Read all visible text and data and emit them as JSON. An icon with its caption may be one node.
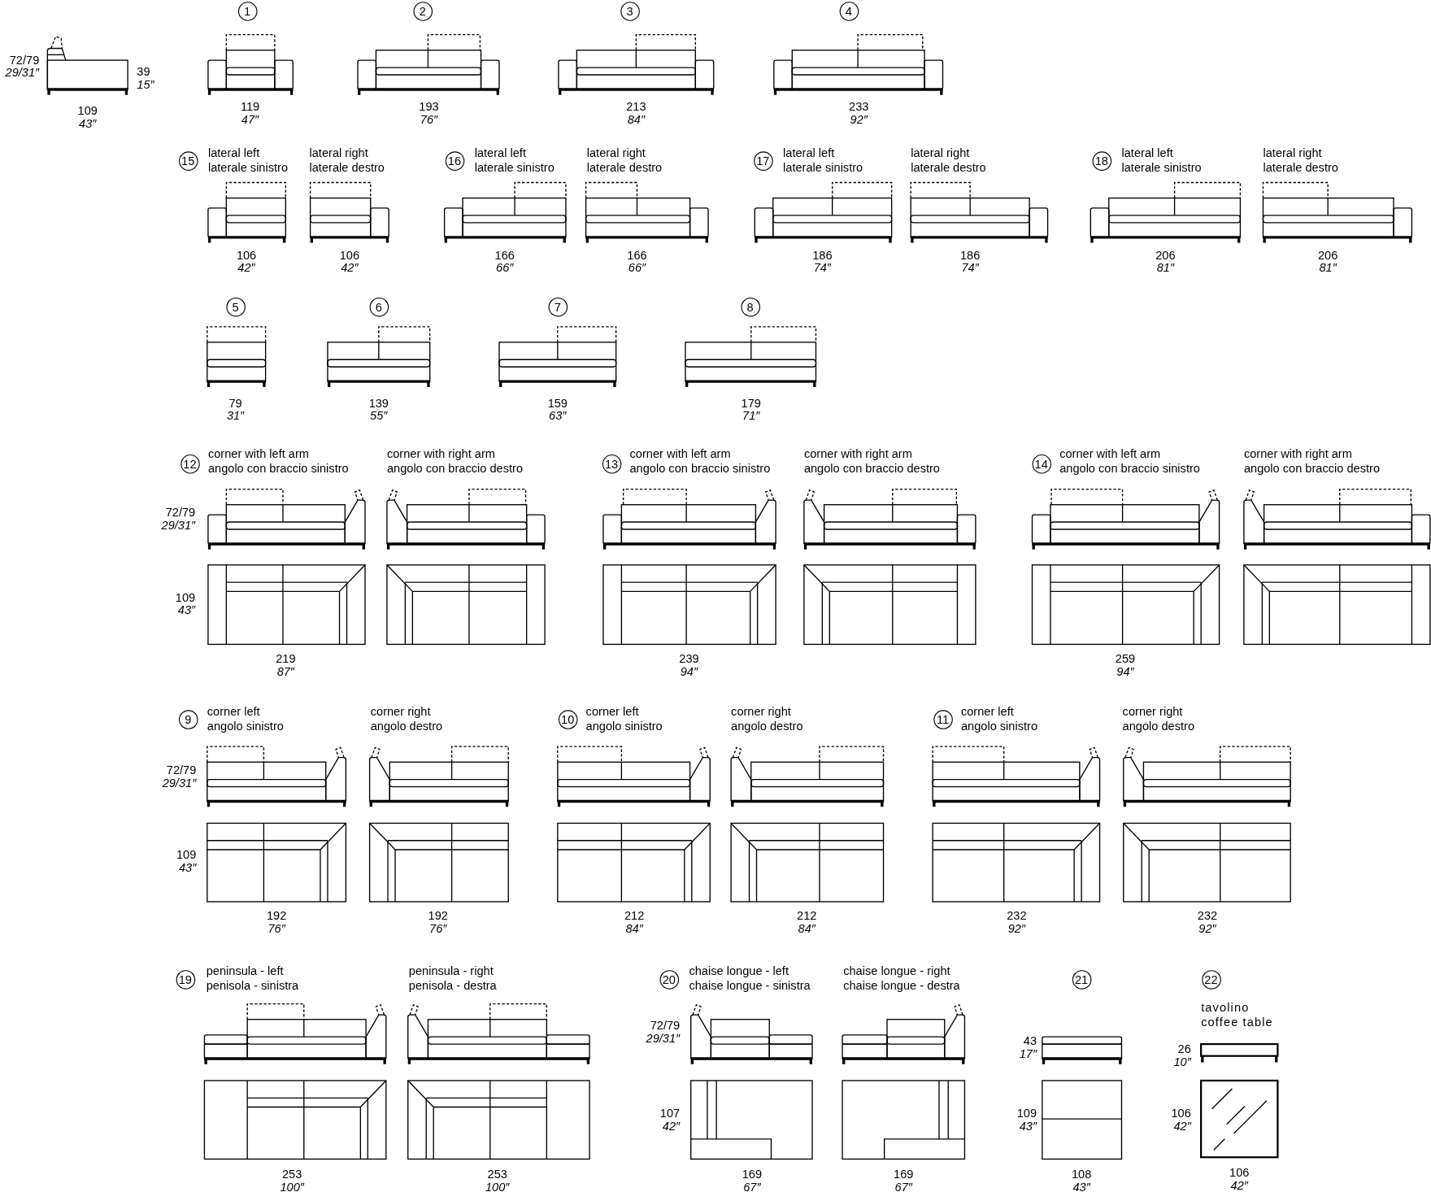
{
  "diagram": {
    "nodes": [
      {
        "text": [
          "1"
        ]
      },
      {
        "text": [
          "2"
        ]
      },
      {
        "text": [
          "3"
        ]
      },
      {
        "text": [
          "4"
        ]
      },
      {
        "text": [
          "15"
        ]
      },
      {
        "text": [
          "16"
        ]
      },
      {
        "text": [
          "17"
        ]
      },
      {
        "text": [
          "18"
        ]
      },
      {
        "text": [
          "5"
        ]
      },
      {
        "text": [
          "6"
        ]
      },
      {
        "text": [
          "7"
        ]
      },
      {
        "text": [
          "8"
        ]
      },
      {
        "text": [
          "12"
        ]
      },
      {
        "text": [
          "13"
        ]
      },
      {
        "text": [
          "14"
        ]
      },
      {
        "text": [
          "9"
        ]
      },
      {
        "text": [
          "10"
        ]
      },
      {
        "text": [
          "11"
        ]
      },
      {
        "text": [
          "19"
        ]
      },
      {
        "text": [
          "20"
        ]
      },
      {
        "text": [
          "21"
        ]
      },
      {
        "text": [
          "22"
        ]
      }
    ],
    "labels": [
      "72/79",
      "29/31″",
      "39",
      "15″",
      "109",
      "43″",
      "119",
      "47″",
      "193",
      "76″",
      "213",
      "84″",
      "233",
      "92″",
      "lateral left",
      "laterale sinistro",
      "lateral right",
      "laterale destro",
      "lateral left",
      "laterale sinistro",
      "lateral right",
      "laterale destro",
      "lateral left",
      "laterale sinistro",
      "lateral right",
      "laterale destro",
      "lateral left",
      "laterale sinistro",
      "lateral right",
      "laterale destro",
      "106",
      "42″",
      "106",
      "42″",
      "166",
      "66″",
      "166",
      "66″",
      "186",
      "74″",
      "186",
      "74″",
      "206",
      "81″",
      "206",
      "81″",
      "79",
      "31″",
      "139",
      "55″",
      "159",
      "63″",
      "179",
      "71″",
      "corner with left arm",
      "angolo con braccio sinistro",
      "corner with right arm",
      "angolo con braccio destro",
      "corner with left arm",
      "angolo con braccio sinistro",
      "corner with right arm",
      "angolo con braccio destro",
      "corner with left arm",
      "angolo con braccio sinistro",
      "corner with right arm",
      "angolo con braccio destro",
      "72/79",
      "29/31″",
      "109",
      "43″",
      "219",
      "87″",
      "239",
      "94″",
      "259",
      "94″",
      "corner left",
      "angolo sinistro",
      "corner right",
      "angolo destro",
      "corner left",
      "angolo sinistro",
      "corner right",
      "angolo destro",
      "corner left",
      "angolo sinistro",
      "corner right",
      "angolo destro",
      "72/79",
      "29/31″",
      "109",
      "43″",
      "192",
      "76″",
      "192",
      "76″",
      "212",
      "84″",
      "212",
      "84″",
      "232",
      "92″",
      "232",
      "92″",
      "peninsula - left",
      "penisola - sinistra",
      "peninsula - right",
      "penisola - destra",
      "chaise longue - left",
      "chaise longue - sinistra",
      "chaise longue - right",
      "chaise longue - destra",
      "tavolino",
      "coffee table",
      "72/79",
      "29/31″",
      "43",
      "17″",
      "26",
      "10″",
      "107",
      "42″",
      "109",
      "43″",
      "106",
      "42″",
      "253",
      "100″",
      "253",
      "100″",
      "169",
      "67″",
      "169",
      "67″",
      "108",
      "43″",
      "106",
      "42″"
    ]
  }
}
